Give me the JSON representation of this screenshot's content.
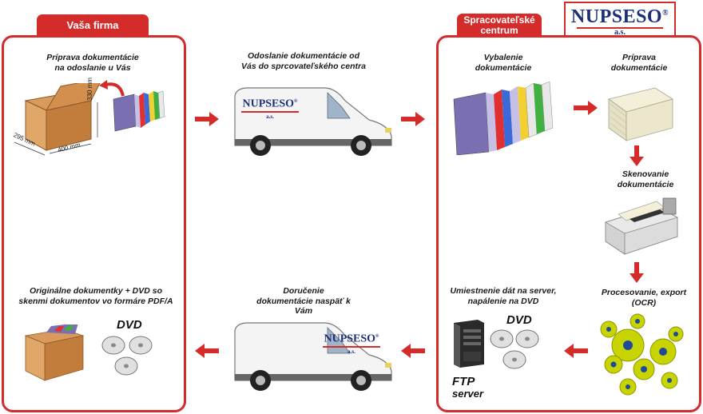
{
  "left_panel": {
    "tab": "Vaša firma"
  },
  "right_panel": {
    "tab": "Spracovateľské centrum"
  },
  "logo": {
    "brand": "NUPSESO",
    "suffix": "a.s.",
    "reg": "®"
  },
  "steps": {
    "prep_client": "Príprava dokumentácie na odoslanie u Vás",
    "send": "Odoslanie dokumentácie od Vás do sprcovateľského centra",
    "unpack": "Vybalenie dokumentácie",
    "prep_center": "Príprava dokumentácie",
    "scan": "Skenovanie dokumentácie",
    "process": "Procesovanie, export (OCR)",
    "upload": "Umiestnenie dát na server, napálenie na DVD",
    "return": "Doručenie dokumentácie naspäť k Vám",
    "originals": "Originálne dokumentky + DVD so skenmi dokumentov vo formáre PDF/A"
  },
  "box_dims": {
    "height": "330 mm",
    "depth": "295 mm",
    "width": "400 mm"
  },
  "labels": {
    "dvd": "DVD",
    "ftp_line1": "FTP",
    "ftp_line2": "server"
  },
  "colors": {
    "accent": "#d42b2b",
    "brand": "#1d2f7a",
    "gear": "#c8d400"
  }
}
